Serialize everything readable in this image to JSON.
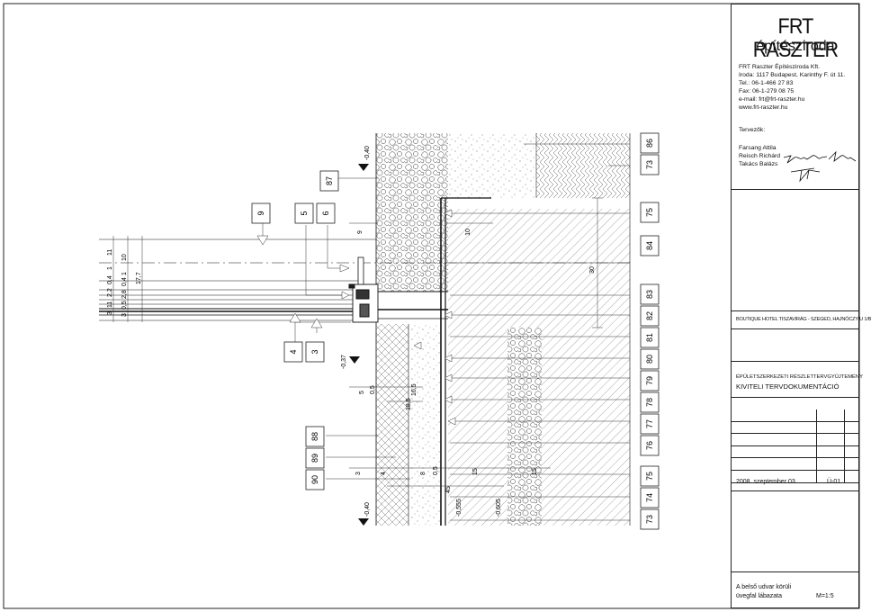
{
  "title_block": {
    "logo_main": "FRT RASZTER",
    "logo_sub": "építésziroda",
    "company_name": "FRT Raszter Építésziroda Kft.",
    "office": "Iroda: 1117 Budapest, Karinthy F. út 11.",
    "tel": "Tel.: 06-1-466 27 83",
    "fax": "Fax: 06-1-279 08 75",
    "email": "e-mail: frt@frt-raszter.hu",
    "web": "www.frt-raszter.hu",
    "designers_label": "Tervezők:",
    "designers": [
      "Farsang Attila",
      "Reisch Richárd",
      "Takács Balázs"
    ],
    "project": "BOUTIQUE HOTEL TISZAVIRÁG - SZEGED, HAJNÓCZY U 1/B",
    "collection": "ÉPÜLETSZERKEZETI RÉSZLETTERVGYŰJTEMÉNY",
    "phase": "KIVITELI TERVDOKUMENTÁCIÓ",
    "date": "2008. szeptember 03.",
    "sheet_no": "Ü-01",
    "drawing_title_line1": "A belső udvar körüli",
    "drawing_title_line2": "üvegfal lábazata",
    "scale": "M=1:5"
  },
  "drawing": {
    "layer_tags_right": [
      "86",
      "73",
      "75",
      "84",
      "83",
      "82",
      "81",
      "80",
      "79",
      "78",
      "77",
      "76",
      "75",
      "74",
      "73"
    ],
    "layer_tags_left": [
      "87",
      "9",
      "5",
      "6",
      "4",
      "3",
      "88",
      "89",
      "90"
    ],
    "levels": [
      "-0,40",
      "-0,37",
      "-0,40",
      "-0,555",
      "-0,605"
    ],
    "dims_left_vertical": [
      "3",
      "11",
      "2,2",
      "0,4",
      "1",
      "11",
      "3",
      "0,5",
      "2,8",
      "0,4",
      "1",
      "10",
      "17,7"
    ],
    "dims_top": [
      "9",
      "10"
    ],
    "dim_depth": "30",
    "dims_mid_vertical": [
      "0,5",
      "5",
      "16,5",
      "18,5"
    ],
    "dims_bottom": [
      "3",
      "4",
      "8",
      "0,5",
      "15",
      "45",
      "15"
    ]
  }
}
